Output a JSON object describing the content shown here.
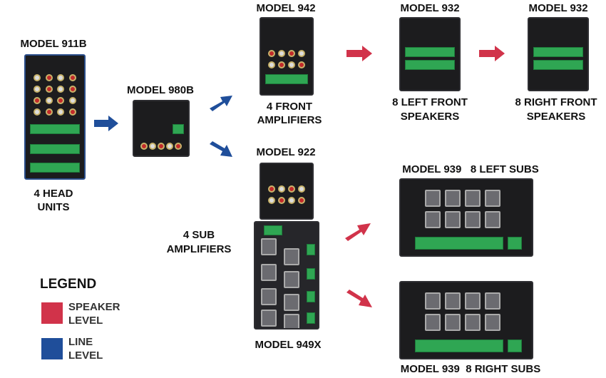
{
  "nodes": {
    "m911b": {
      "title": "MODEL 911B",
      "caption_l1": "4 HEAD",
      "caption_l2": "UNITS"
    },
    "m980b": {
      "title": "MODEL 980B"
    },
    "m942": {
      "title": "MODEL 942",
      "caption_l1": "4 FRONT",
      "caption_l2": "AMPLIFIERS"
    },
    "m932_left": {
      "title": "MODEL 932",
      "caption_l1": "8 LEFT FRONT",
      "caption_l2": "SPEAKERS"
    },
    "m932_right": {
      "title": "MODEL 932",
      "caption_l1": "8 RIGHT FRONT",
      "caption_l2": "SPEAKERS"
    },
    "m922": {
      "title": "MODEL 922"
    },
    "sub_amps": {
      "caption_l1": "4 SUB",
      "caption_l2": "AMPLIFIERS"
    },
    "m949x": {
      "title": "MODEL 949X"
    },
    "m939_left": {
      "title": "MODEL 939   8 LEFT SUBS"
    },
    "m939_right": {
      "title": "MODEL 939  8 RIGHT SUBS"
    }
  },
  "legend": {
    "title": "LEGEND",
    "items": [
      {
        "label_l1": "SPEAKER",
        "label_l2": "LEVEL",
        "color": "#d1334a"
      },
      {
        "label_l1": "LINE",
        "label_l2": "LEVEL",
        "color": "#1f4e9a"
      }
    ]
  },
  "colors": {
    "speaker_level": "#d1334a",
    "line_level": "#1f4e9a"
  }
}
